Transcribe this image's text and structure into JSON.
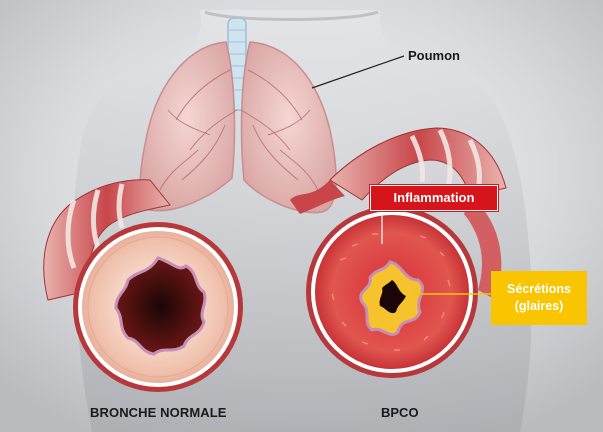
{
  "labels": {
    "lung": "Poumon",
    "inflammation": "Inflammation",
    "secretions_line1": "Sécrétions",
    "secretions_line2": "(glaires)",
    "normal_bronchus": "BRONCHE NORMALE",
    "copd": "BPCO"
  },
  "colors": {
    "inflammation_badge": "#d6141c",
    "secretions_badge": "#f8c500",
    "tissue_pink": "#f2c7b6",
    "muscle_red": "#c8323a",
    "background_grey": "#c9cbcf"
  }
}
